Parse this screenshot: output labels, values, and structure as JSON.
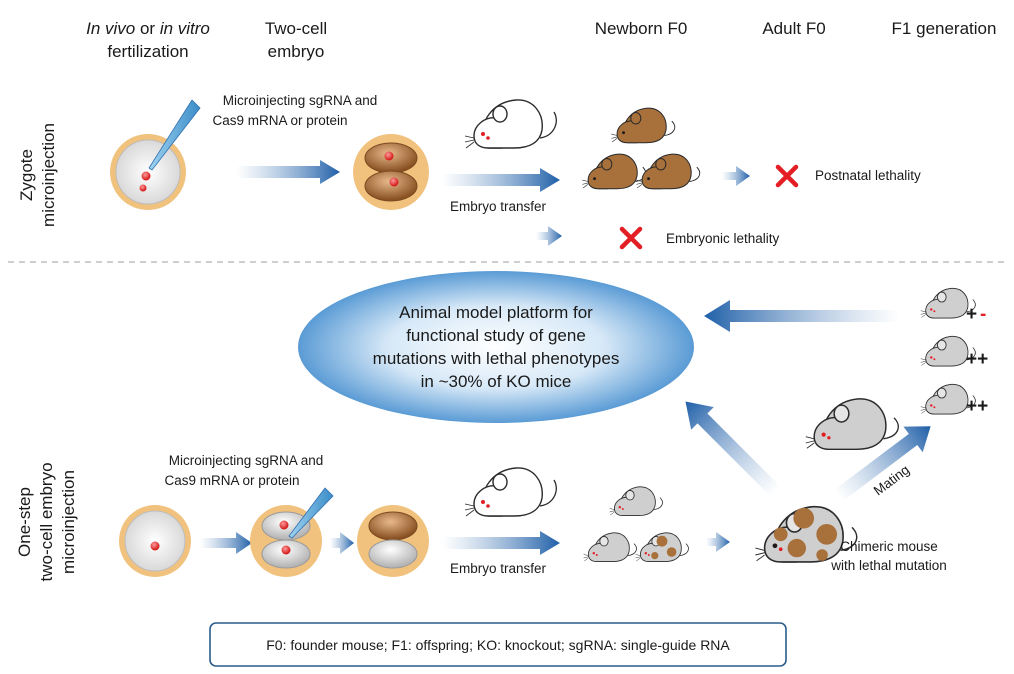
{
  "headers": {
    "fertilization_line1_a": "In vivo",
    "fertilization_line1_b": " or ",
    "fertilization_line1_c": "in vitro",
    "fertilization_line2": "fertilization",
    "two_cell_line1": "Two-cell",
    "two_cell_line2": "embryo",
    "newborn": "Newborn F0",
    "adult": "Adult F0",
    "f1": "F1 generation"
  },
  "side_labels": {
    "zygote_line1": "Zygote",
    "zygote_line2": "microinjection",
    "twocell_line1": "One-step",
    "twocell_line2": "two-cell embryo",
    "twocell_line3": "microinjection"
  },
  "zygote_row": {
    "inject_line1": "Microinjecting sgRNA and",
    "inject_line2": "Cas9 mRNA or protein",
    "embryo_transfer": "Embryo transfer",
    "postnatal": "Postnatal lethality",
    "embryonic": "Embryonic lethality"
  },
  "platform": {
    "line1": "Animal model platform for",
    "line2": "functional study of gene",
    "line3": "mutations with lethal phenotypes",
    "line4": "in ~30% of KO mice"
  },
  "twocell_row": {
    "inject_line1": "Microinjecting sgRNA and",
    "inject_line2": "Cas9 mRNA or protein",
    "embryo_transfer": "Embryo transfer",
    "chimeric_line1": "Chimeric mouse",
    "chimeric_line2": "with lethal mutation",
    "mating": "Mating"
  },
  "genotypes": {
    "g1_plus": "+",
    "g1_minus": "-",
    "g2": "++",
    "g3": "++"
  },
  "footnote": "F0: founder mouse; F1: offspring; KO: knockout; sgRNA: single-guide RNA",
  "colors": {
    "brown": "#a8703a",
    "gray": "#c8c8c8",
    "red": "#e31e24",
    "arrow_blue": "#2f6fb0",
    "cell_ring": "#f1c27d"
  }
}
